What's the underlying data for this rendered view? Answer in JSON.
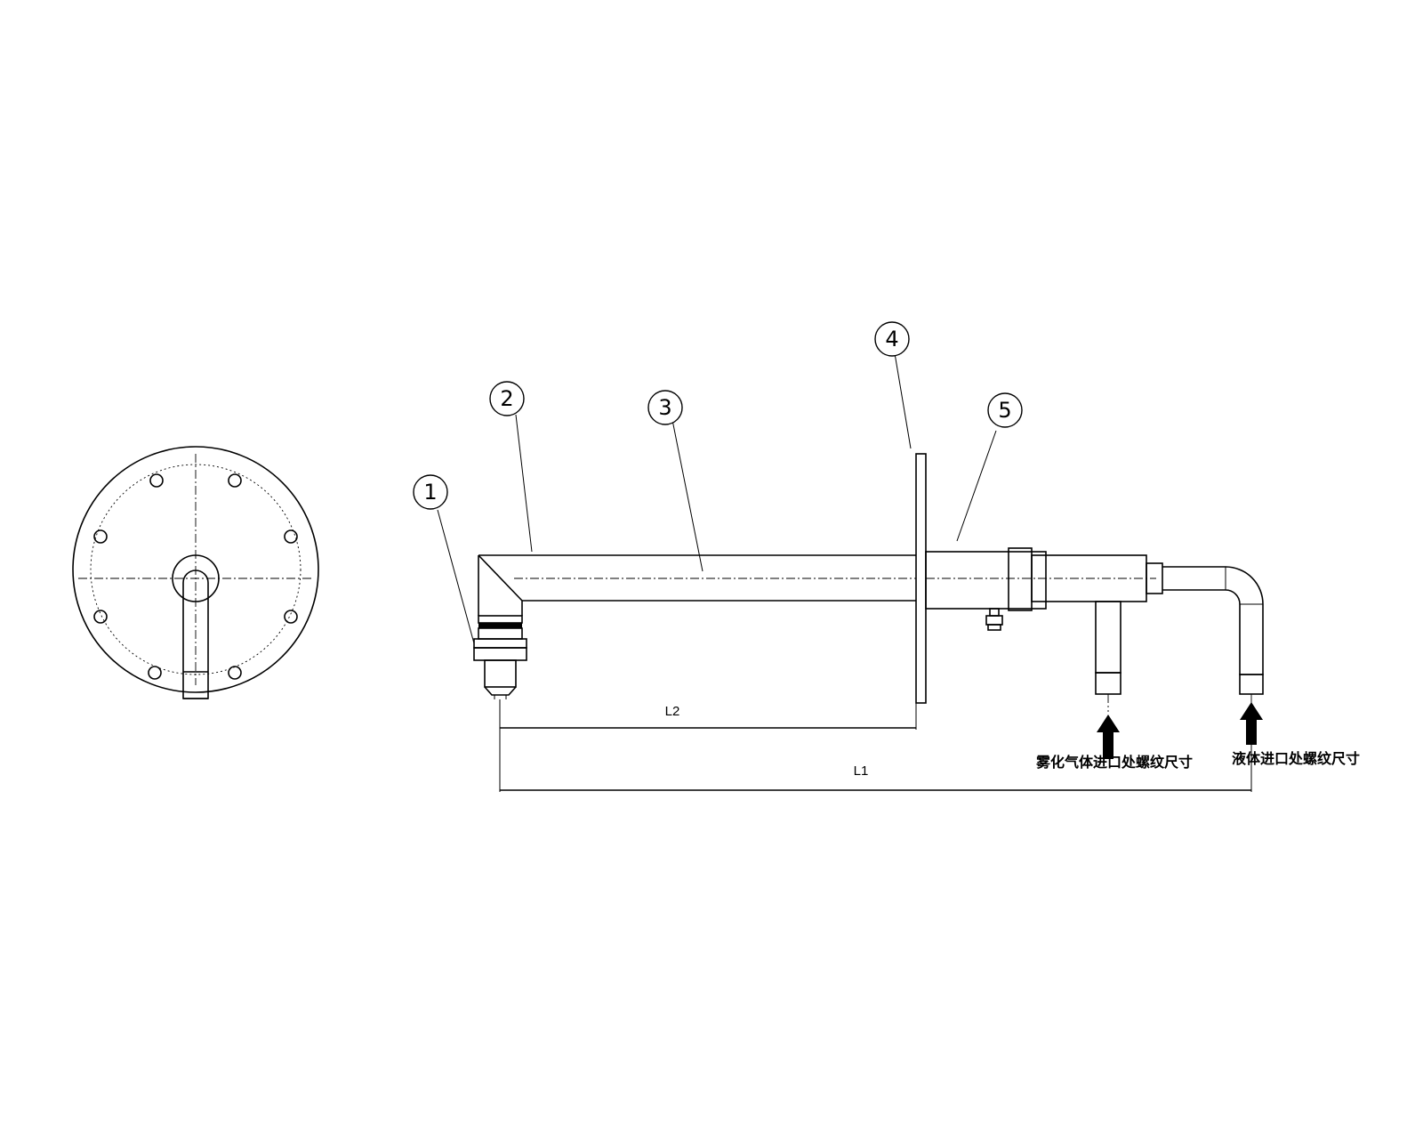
{
  "balloons": {
    "b1": "1",
    "b2": "2",
    "b3": "3",
    "b4": "4",
    "b5": "5"
  },
  "dimensions": {
    "l2": "L2",
    "l1": "L1"
  },
  "notes": {
    "gas_inlet": "雾化气体进口处螺纹尺寸",
    "liquid_inlet": "液体进口处螺纹尺寸"
  }
}
